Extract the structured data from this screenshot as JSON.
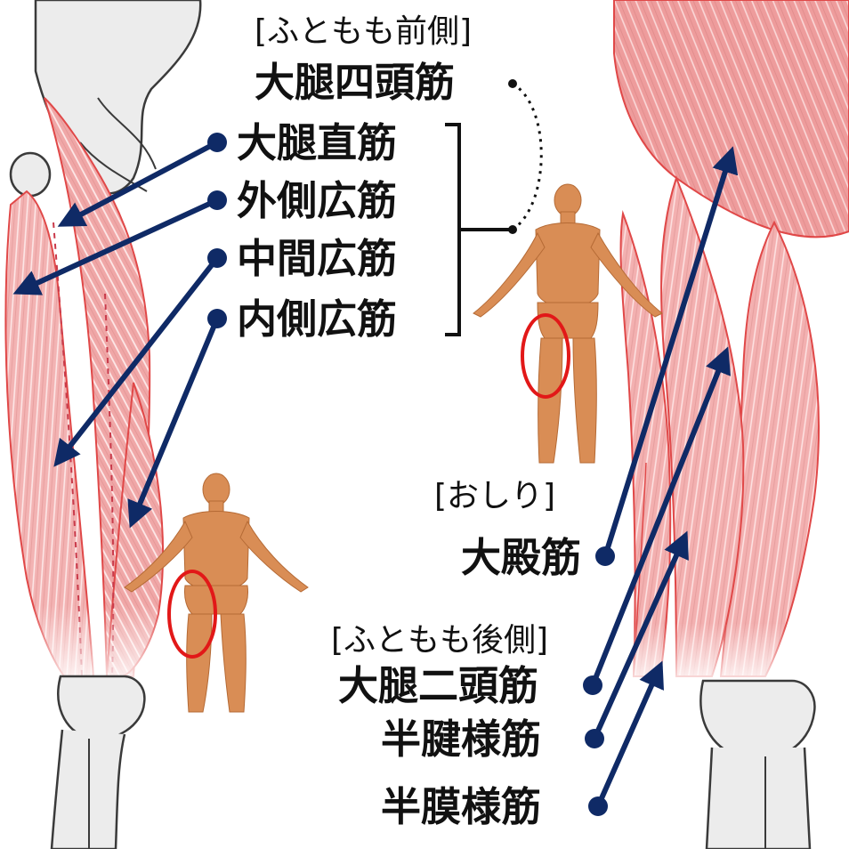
{
  "colors": {
    "muscle_fill": "#f3b0b0",
    "muscle_stroke": "#e04848",
    "muscle_fiber": "#fbe2e2",
    "bone_fill": "#ececec",
    "bone_stroke": "#3a3a3a",
    "arrow": "#0f2a66",
    "figure": "#d98d55",
    "highlight": "#e21818",
    "text": "#111111"
  },
  "front": {
    "section": "[ふともも前側]",
    "group": "大腿四頭筋",
    "muscles": [
      "大腿直筋",
      "外側広筋",
      "中間広筋",
      "内側広筋"
    ]
  },
  "glute": {
    "section": "[おしり]",
    "muscle": "大殿筋"
  },
  "back": {
    "section": "[ふともも後側]",
    "muscles": [
      "大腿二頭筋",
      "半腱様筋",
      "半膜様筋"
    ]
  },
  "icons": {
    "front_figure": "front-body-figure-icon",
    "back_figure": "back-body-figure-icon",
    "pointer": "arrow-pointer-icon"
  }
}
